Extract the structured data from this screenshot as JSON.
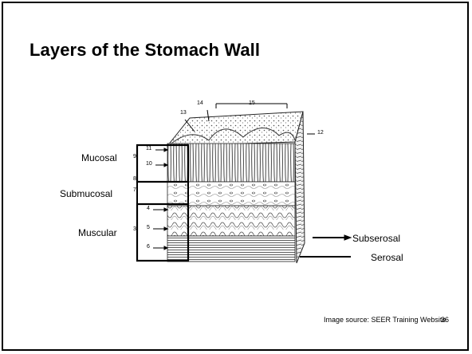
{
  "slide": {
    "title": "Layers of the Stomach Wall",
    "layer_labels": {
      "mucosal": "Mucosal",
      "submucosal": "Submucosal",
      "muscular": "Muscular",
      "subserosal": "Subserosal",
      "serosal": "Serosal"
    },
    "figure_numbers": {
      "n4": "4",
      "n5": "5",
      "n6": "6",
      "n9": "9",
      "n10": "10",
      "n11": "11",
      "n12": "12",
      "n13": "13",
      "n14": "14",
      "n15": "15",
      "n7": "7",
      "n8": "8",
      "n3": "3"
    },
    "footer": {
      "source": "Image source: SEER Training Website",
      "page_number": "36"
    }
  }
}
